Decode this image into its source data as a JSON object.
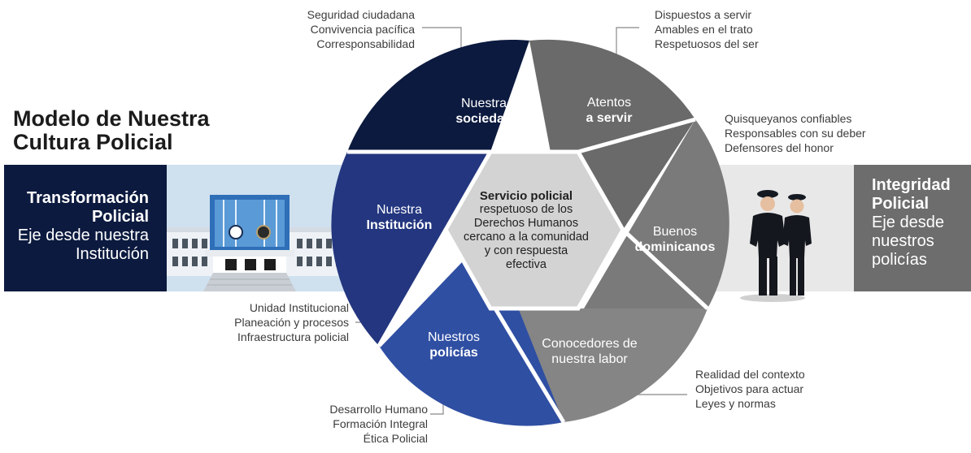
{
  "title": {
    "line1": "Modelo de Nuestra",
    "line2": "Cultura Policial"
  },
  "left_band": {
    "bold1": "Transformación",
    "bold2": "Policial",
    "line3": "Eje desde nuestra",
    "line4": "Institución"
  },
  "right_band": {
    "bold1": "Integridad",
    "bold2": "Policial",
    "line3": "Eje desde",
    "line4": "nuestros",
    "line5": "policías"
  },
  "segments": {
    "sociedad": {
      "line1": "Nuestra",
      "line2": "sociedad"
    },
    "servir": {
      "line1": "Atentos",
      "line2": "a servir"
    },
    "dominicanos": {
      "line1": "Buenos",
      "line2": "dominicanos"
    },
    "labor": {
      "line1": "Conocedores de",
      "line2": "nuestra labor"
    },
    "policias": {
      "line1": "Nuestros",
      "line2": "policías"
    },
    "institucion": {
      "line1": "Nuestra",
      "line2": "Institución"
    }
  },
  "center": {
    "bold": "Servicio policial",
    "lines": [
      "respetuoso de los",
      "Derechos Humanos",
      "cercano a la comunidad",
      "y con respuesta",
      "efectiva"
    ]
  },
  "notes": {
    "sociedad": [
      "Seguridad ciudadana",
      "Convivencia pacífica",
      "Corresponsabilidad"
    ],
    "servir": [
      "Dispuestos a servir",
      "Amables en el trato",
      "Respetuosos del ser"
    ],
    "dominicanos": [
      "Quisqueyanos confiables",
      "Responsables con su deber",
      "Defensores del honor"
    ],
    "labor": [
      "Realidad del contexto",
      "Objetivos para actuar",
      "Leyes y normas"
    ],
    "policias": [
      "Desarrollo Humano",
      "Formación Integral",
      "Ética Policial"
    ],
    "institucion": [
      "Unidad Institucional",
      "Planeación y procesos",
      "Infraestructura policial"
    ]
  },
  "colors": {
    "navy_dark": "#0c1a3f",
    "navy_mid": "#23367f",
    "blue": "#2f4fa3",
    "gray_dark": "#6a6a6a",
    "gray_mid": "#7a7a7a",
    "gray_light": "#858585",
    "center": "#d3d3d3",
    "band_light_blue": "#cfe0ef",
    "band_light_gray": "#e6e6e6"
  },
  "icons": {
    "building": "police-headquarters-building",
    "officers": "police-officers"
  }
}
